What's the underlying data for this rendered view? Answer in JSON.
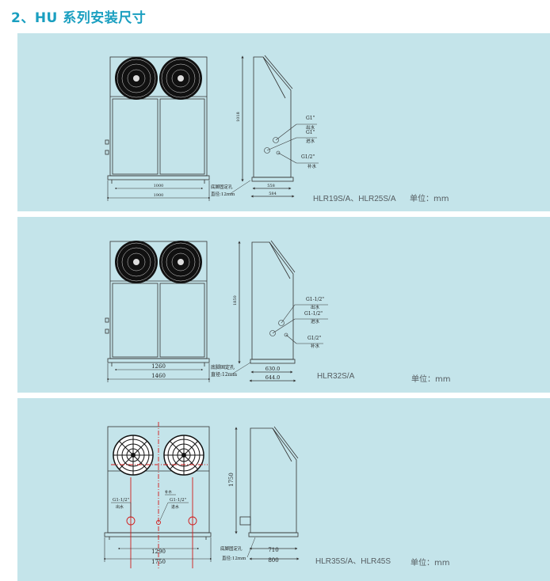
{
  "heading": "2、HU 系列安装尺寸",
  "colors": {
    "heading": "#1a9fc0",
    "panel": "#c4e4ea",
    "line": "#333333",
    "pipe_red": "#d11a1a"
  },
  "sections": [
    {
      "models": "HLR19S/A、HLR25S/A",
      "unit": "单位：mm",
      "dims": {
        "height": "1018",
        "inner_width": "1000",
        "outer_width": "1900",
        "depth_inner": "558",
        "depth_outer": "584"
      },
      "foot_note": [
        "底脚固定孔",
        "直径:12mm"
      ],
      "pipes": [
        {
          "size": "G1\"",
          "label": "出水"
        },
        {
          "size": "G1\"",
          "label": "进水"
        },
        {
          "size": "G1/2\"",
          "label": "补水"
        }
      ]
    },
    {
      "models": "HLR32S/A",
      "unit": "单位：mm",
      "dims": {
        "height": "1850",
        "inner_width": "1260",
        "outer_width": "1460",
        "depth_inner": "630.0",
        "depth_outer": "644.0"
      },
      "foot_note": [
        "底脚固定孔",
        "直径:12mm"
      ],
      "pipes": [
        {
          "size": "G1-1/2\"",
          "label": "出水"
        },
        {
          "size": "G1-1/2\"",
          "label": "进水"
        },
        {
          "size": "G1/2\"",
          "label": "补水"
        }
      ]
    },
    {
      "models": "HLR35S/A、HLR45S",
      "unit": "单位：mm",
      "dims": {
        "height": "1750",
        "inner_width": "1290",
        "outer_width": "1750",
        "depth_inner": "710",
        "depth_outer": "800"
      },
      "foot_note": [
        "底脚固定孔",
        "直径:12mm"
      ],
      "pipes": [
        {
          "size": "G1-1/2\"",
          "label": "出水"
        },
        {
          "size": "G1-1/2\"",
          "label": "进水"
        },
        {
          "size": "",
          "label": "补水"
        }
      ]
    }
  ]
}
